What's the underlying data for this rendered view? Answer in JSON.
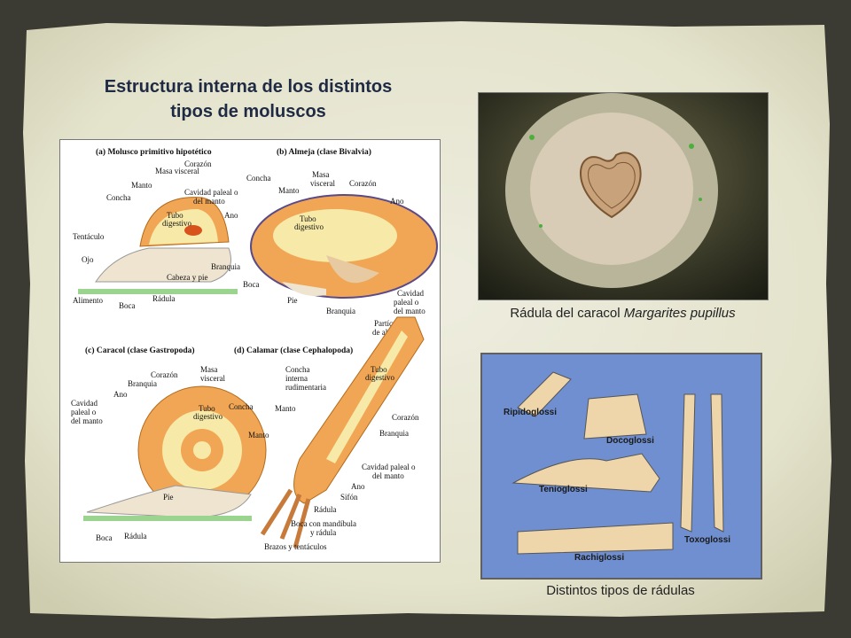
{
  "slide": {
    "title_line1": "Estructura interna de los distintos",
    "title_line2": "tipos de moluscos"
  },
  "anatomy_figure": {
    "panel_a": {
      "title": "(a) Molusco primitivo hipotético",
      "labels": [
        "Masa visceral",
        "Corazón",
        "Manto",
        "Cavidad paleal o",
        "del manto",
        "Concha",
        "Tubo",
        "digestivo",
        "Ano",
        "Tentáculo",
        "Ojo",
        "Branquia",
        "Cabeza y pie",
        "Alimento",
        "Boca",
        "Rádula"
      ]
    },
    "panel_b": {
      "title": "(b) Almeja (clase Bivalvia)",
      "labels": [
        "Concha",
        "Masa",
        "visceral",
        "Corazón",
        "Manto",
        "Ano",
        "Tubo",
        "digestivo",
        "Boca",
        "Pie",
        "Branquia",
        "Cavidad",
        "paleal o",
        "del manto",
        "Partículas",
        "de alimento"
      ]
    },
    "panel_c": {
      "title": "(c) Caracol (clase Gastropoda)",
      "labels": [
        "Corazón",
        "Masa",
        "visceral",
        "Branquia",
        "Ano",
        "Cavidad",
        "paleal o",
        "del manto",
        "Tubo",
        "digestivo",
        "Concha",
        "Manto",
        "Pie",
        "Boca",
        "Rádula"
      ]
    },
    "panel_d": {
      "title": "(d) Calamar (clase Cephalopoda)",
      "labels": [
        "Concha",
        "interna",
        "rudimentaria",
        "Tubo",
        "digestivo",
        "Manto",
        "Corazón",
        "Branquia",
        "Cavidad paleal o",
        "del manto",
        "Ano",
        "Sifón",
        "Rádula",
        "Boca con mandíbula",
        "y rádula",
        "Brazos y tentáculos"
      ]
    }
  },
  "photo": {
    "caption_prefix": "Rádula del caracol ",
    "caption_species": "Margarites pupillus"
  },
  "radula_types": {
    "labels": [
      "Ripidoglossi",
      "Docoglossi",
      "Tenioglossi",
      "Toxoglossi",
      "Rachiglossi"
    ],
    "caption": "Distintos tipos de rádulas"
  },
  "colors": {
    "background_paper": "#e7e6d3",
    "border_dark": "#3b3a33",
    "title_text": "#1f2a44",
    "diagram_orange": "#f0a654",
    "diagram_cream": "#f7eaa8",
    "radula_bg": "#6f8fd0"
  }
}
